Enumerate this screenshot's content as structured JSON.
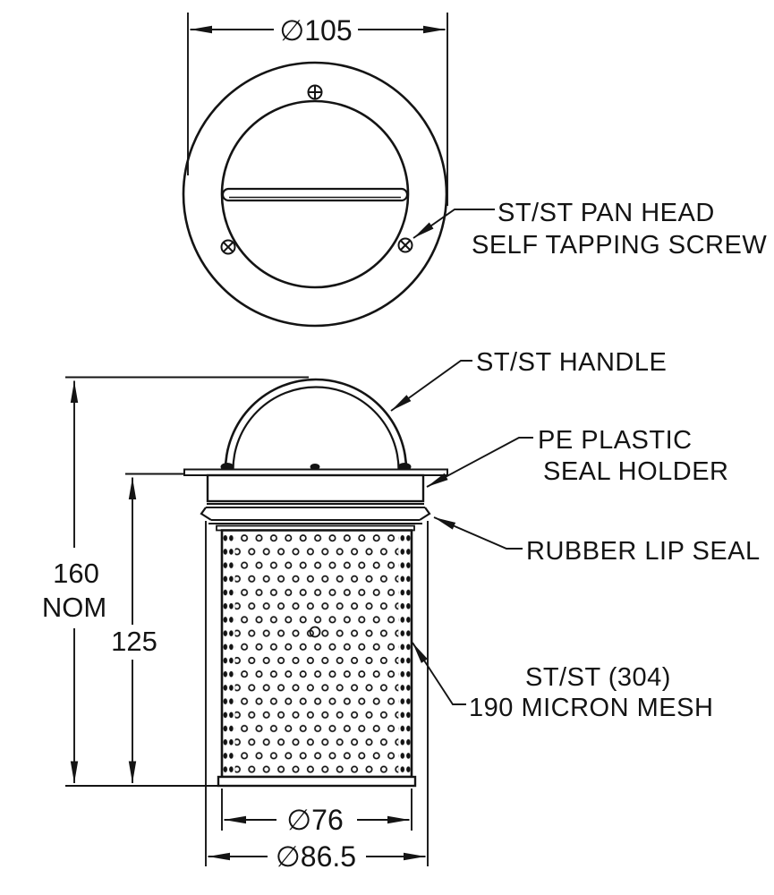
{
  "drawing": {
    "top_view": {
      "diameter_dim": "∅105",
      "screw_label_1": "ST/ST PAN HEAD",
      "screw_label_2": "SELF TAPPING SCREW"
    },
    "side_view": {
      "handle_label": "ST/ST HANDLE",
      "seal_holder_label_1": "PE PLASTIC",
      "seal_holder_label_2": "SEAL HOLDER",
      "lip_seal_label": "RUBBER LIP SEAL",
      "mesh_label_1": "ST/ST (304)",
      "mesh_label_2": "190 MICRON MESH",
      "overall_height_dim": "160",
      "overall_height_qualifier": "NOM",
      "basket_height_dim": "125",
      "basket_diameter_dim": "∅76",
      "seal_diameter_dim": "∅86.5"
    },
    "line_color": "#141414",
    "background_color": "#ffffff"
  }
}
